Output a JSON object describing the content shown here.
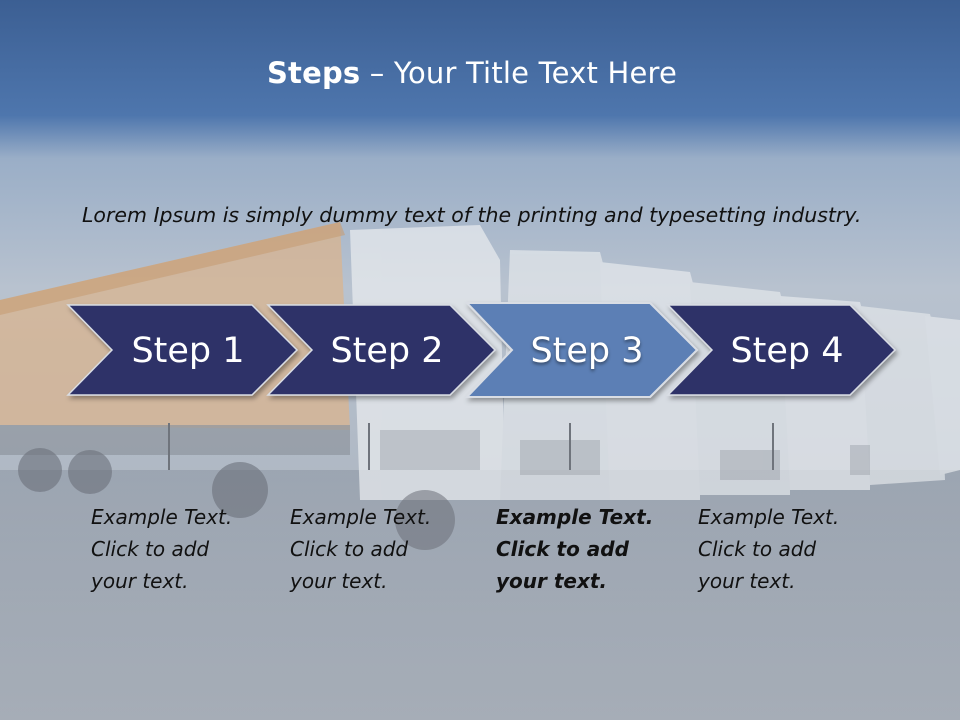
{
  "title": {
    "bold": "Steps",
    "rest": " – Your Title Text Here"
  },
  "lead_text": "Lorem Ipsum is simply dummy text of the printing and typesetting industry.",
  "steps": [
    {
      "label": "Step 1",
      "lines": [
        "Example Text.",
        "Click  to add",
        "your text."
      ],
      "active": false
    },
    {
      "label": "Step 2",
      "lines": [
        "Example Text.",
        "Click  to add",
        "your text."
      ],
      "active": false
    },
    {
      "label": "Step 3",
      "lines": [
        "Example Text.",
        "Click  to add",
        "your text."
      ],
      "active": true
    },
    {
      "label": "Step 4",
      "lines": [
        "Example Text.",
        "Click  to add",
        "your text."
      ],
      "active": false
    }
  ],
  "colors": {
    "chevron": "#2f3068",
    "chevron_active": "#5b7fb5",
    "title_bar": "#4a6fa5"
  }
}
